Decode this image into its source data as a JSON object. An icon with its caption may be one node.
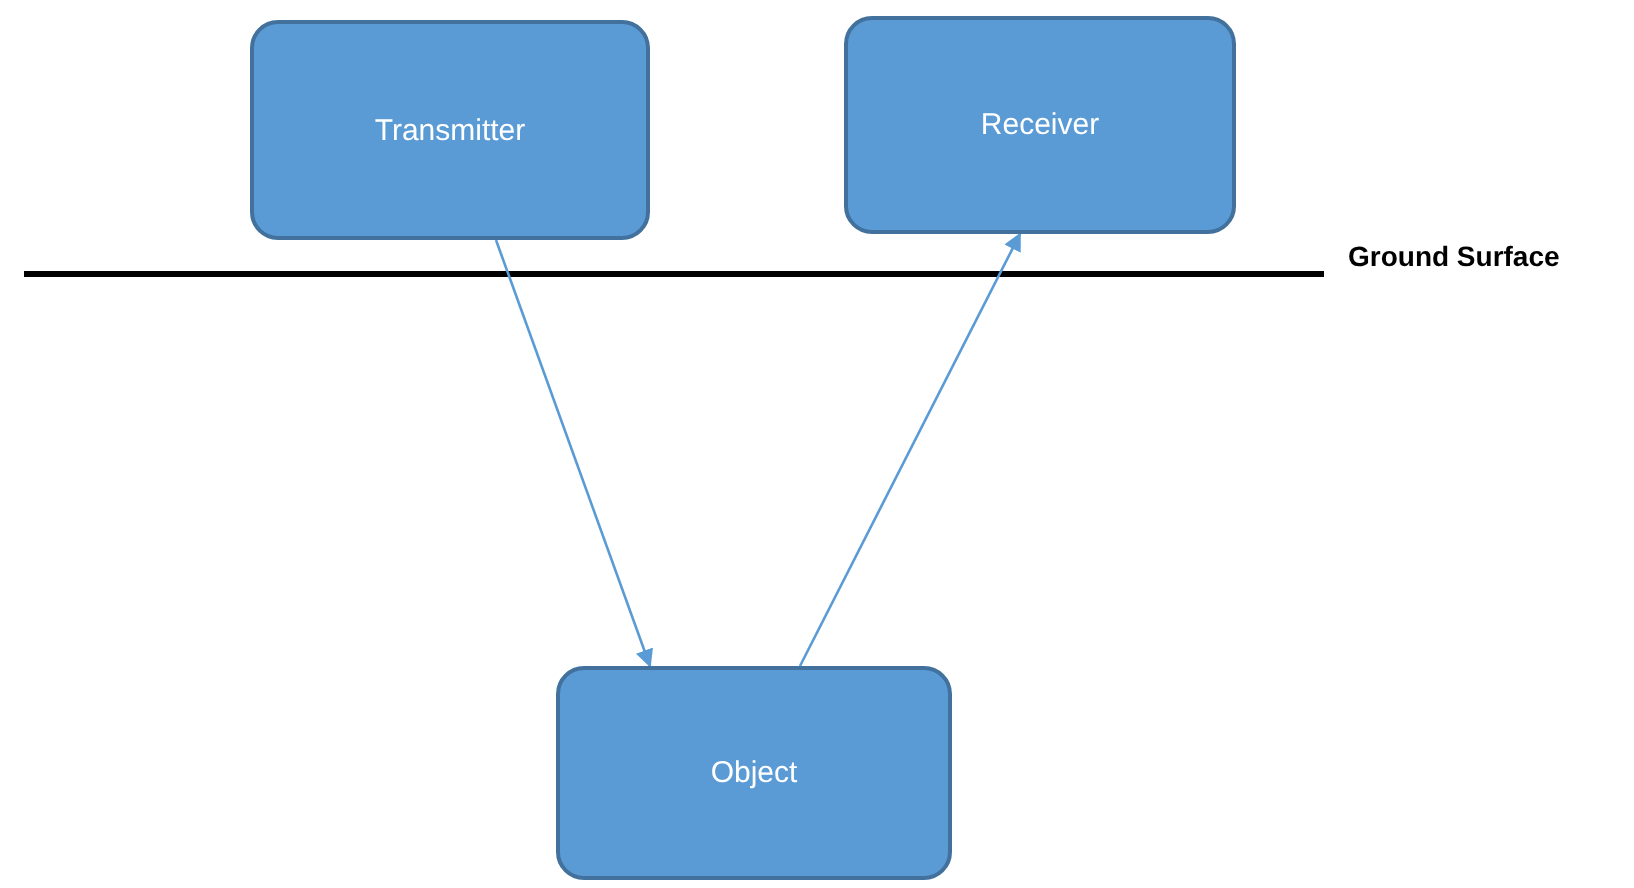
{
  "diagram": {
    "nodes": [
      {
        "text": [
          "Transmitter"
        ]
      },
      {
        "text": [
          "Receiver"
        ]
      },
      {
        "text": [
          "Object"
        ]
      }
    ],
    "edges": [
      {
        "from": 0,
        "to": 2,
        "arrow": "to"
      },
      {
        "from": 2,
        "to": 1,
        "arrow": "to"
      }
    ],
    "labels": [
      "Ground Surface"
    ]
  }
}
